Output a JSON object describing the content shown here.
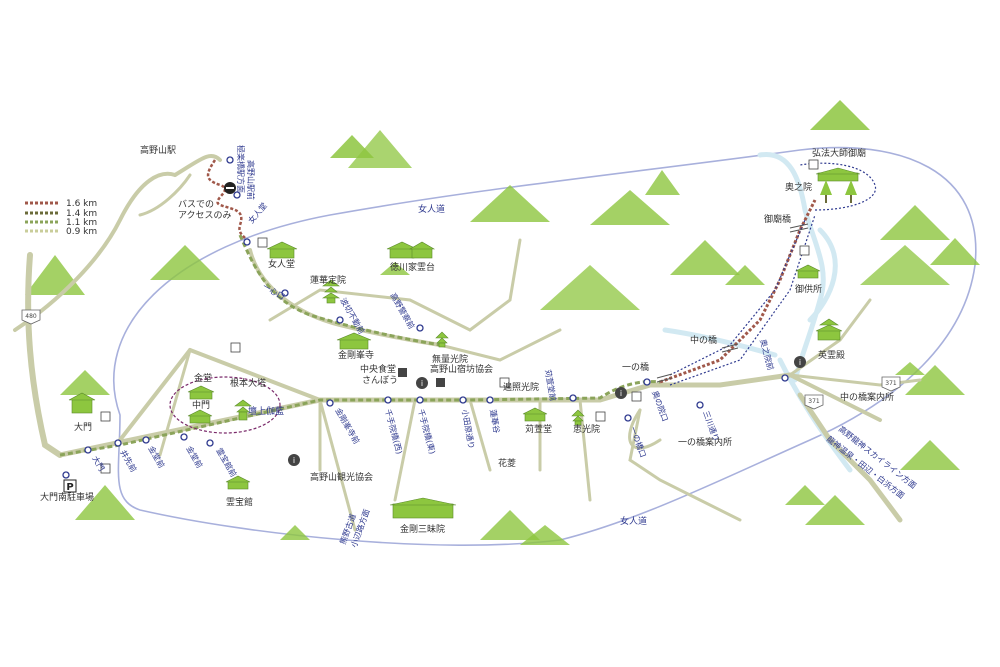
{
  "legend": {
    "items": [
      {
        "label": "1.6 km",
        "color": "#a0584a"
      },
      {
        "label": "1.4 km",
        "color": "#6b6b3a"
      },
      {
        "label": "1.1 km",
        "color": "#8ba45a"
      },
      {
        "label": "0.9 km",
        "color": "#c9cd9a"
      }
    ]
  },
  "labels": {
    "koyasan_station": "高野山駅",
    "gokurakubashi": "極楽橋駅方面",
    "koyasan_ekimae": "高野山駅前",
    "bus_only": "バスでの",
    "bus_only2": "アクセスのみ",
    "nyonindo": "女人堂",
    "nyonindo_stop": "女人堂",
    "nyonin_michi_top": "女人道",
    "nyonin_michi_bottom": "女人道",
    "ichinoguchi": "一心口",
    "rengejoin": "蓮華定院",
    "namikiri": "波切不動前",
    "koyasan_keisatsu": "高野警察前",
    "tokugawa": "徳川家霊台",
    "kongobuji": "金剛峯寺",
    "muryokoin": "無量光院",
    "chuo_shokudo": "中央食堂",
    "sanbo": "さんぼう",
    "shukubo": "高野山宿坊協会",
    "henjokoin": "遍照光院",
    "kongobuji_mae": "金剛峯寺前",
    "senjuin": "千手院橋(西)",
    "senjuin_higashi": "千手院橋(東)",
    "odawara": "小田原通り",
    "karukaya_mae": "苅萱堂前",
    "karukaya": "苅萱堂",
    "ekoin": "恵光院",
    "hanabishi": "花菱",
    "rengedani": "蓮華谷",
    "ichinohashi": "一の橋",
    "okunoin_guchi": "奥の院口",
    "ichinohashi_stop": "一の橋口",
    "ichinohashi_info": "一の橋案内所",
    "sanjikawa": "三川通り",
    "naka_no_hashi": "中の橋",
    "gobyobashi": "御廟橋",
    "okunoin": "奥之院",
    "kobo_daishi": "弘法大師御廟",
    "gokusho": "御供所",
    "okunoin_mae": "奥之院前",
    "reihokan_ei": "英霊殿",
    "naka_no_hashi_info": "中の橋案内所",
    "skyline": "高野龍神スカイライン方面",
    "skyline2": "龍神温泉・田辺・白浜方面",
    "kondo": "金堂",
    "konpon": "根本大塔",
    "chumon": "中門",
    "danjo": "壇上伽藍",
    "reihokan": "霊宝館",
    "reihokan_mae": "霊宝館前",
    "kondo_mae": "金堂前",
    "kondo_mae2": "金堂前",
    "daimon_stop": "大門",
    "ishi_mae": "井先前",
    "daimon": "大門",
    "daimon_parking": "大門南駐車場",
    "tourism_assoc": "高野山観光協会",
    "sanmaiin": "金剛三昧院",
    "kumano": "熊野古道",
    "kumano2": "小辺路方面",
    "route480": "480",
    "route371a": "371",
    "route371b": "371"
  },
  "icons": {
    "stop": "bus-stop-icon",
    "toilet": "toilet-icon",
    "info": "info-icon",
    "parking": "parking-icon",
    "restaurant": "restaurant-icon",
    "mountain": "mountain-icon",
    "pagoda": "pagoda-icon",
    "temple": "temple-icon"
  },
  "colors": {
    "mountain": "#8dc63f",
    "road": "#c9cca8",
    "river": "#cce6f0",
    "outer_route": "#9aa5d6",
    "main_route": "#8ba45a",
    "okunoin_route": "#a0584a",
    "stop": "#2f3a8f",
    "text_blue": "#2f3a8f"
  }
}
